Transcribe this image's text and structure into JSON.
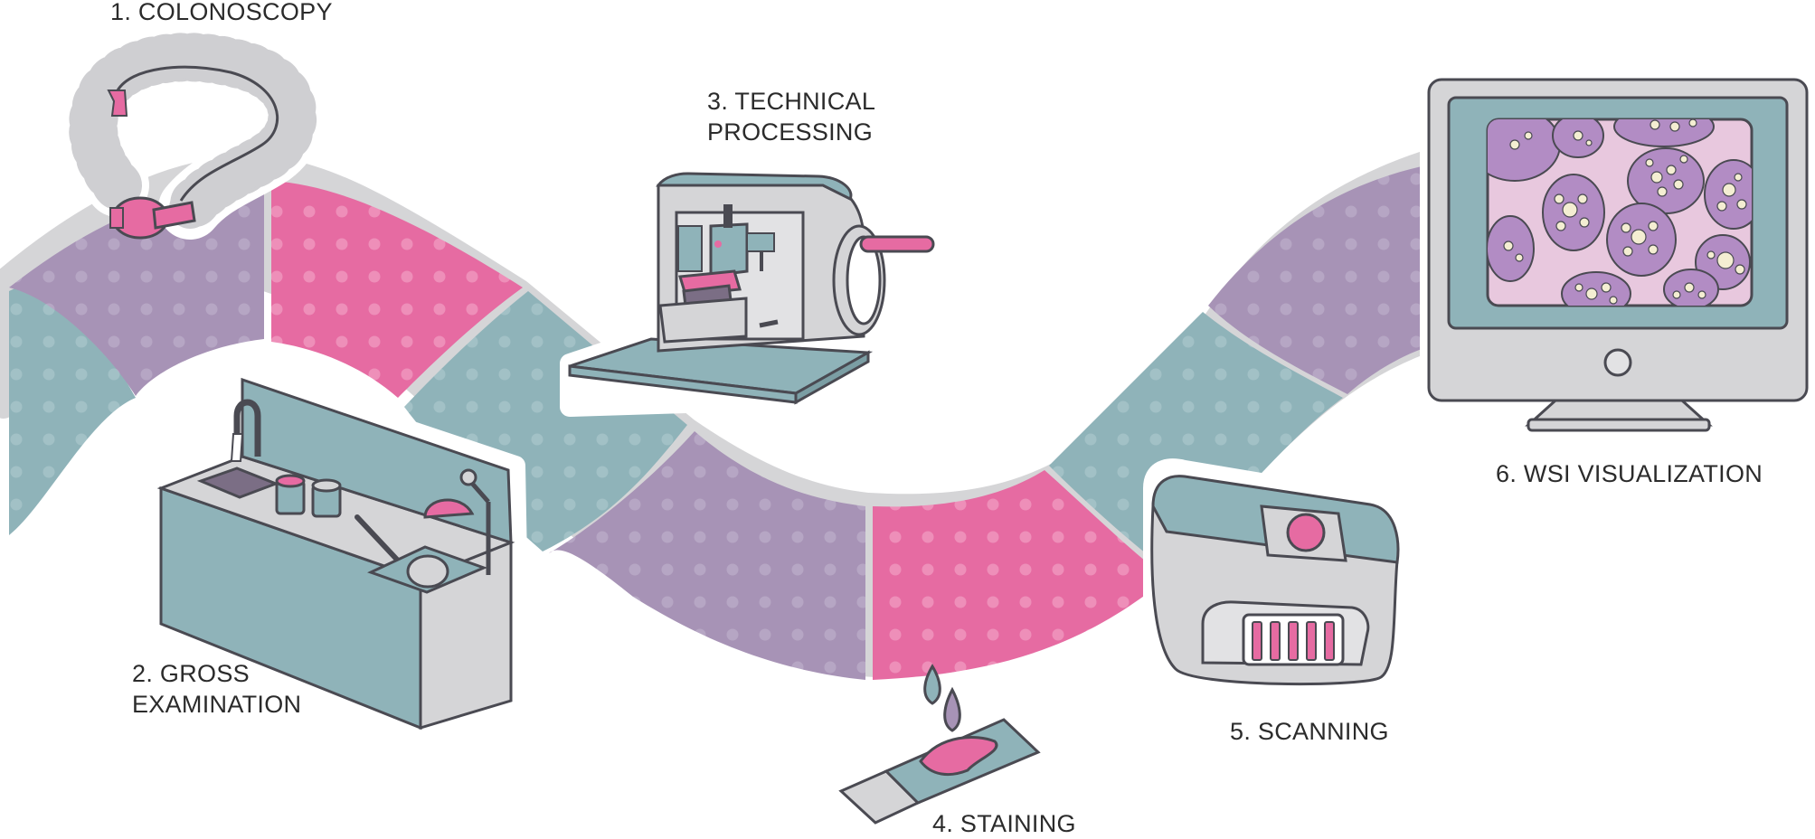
{
  "colors": {
    "purple": "#a793b6",
    "pink": "#e66ba2",
    "teal": "#8fb3b9",
    "gray": "#d5d5d7",
    "outline": "#4a4a52",
    "dot_purple": "#b6a6c4",
    "dot_pink": "#ee8fb9",
    "dot_teal": "#a2c1c6",
    "tissue_bg": "#e8c8de",
    "cell_purple": "#b28cc4",
    "nucleus": "#f4eed2"
  },
  "steps": [
    {
      "id": 1,
      "lines": [
        "1. COLONOSCOPY"
      ],
      "icon": "colonoscope-icon"
    },
    {
      "id": 2,
      "lines": [
        "2. GROSS",
        "EXAMINATION"
      ],
      "icon": "grossing-station-icon"
    },
    {
      "id": 3,
      "lines": [
        "3. TECHNICAL",
        "PROCESSING"
      ],
      "icon": "microtome-icon"
    },
    {
      "id": 4,
      "lines": [
        "4. STAINING"
      ],
      "icon": "stained-slide-icon"
    },
    {
      "id": 5,
      "lines": [
        "5. SCANNING"
      ],
      "icon": "slide-scanner-icon"
    },
    {
      "id": 6,
      "lines": [
        "6. WSI VISUALIZATION"
      ],
      "icon": "monitor-icon"
    }
  ]
}
